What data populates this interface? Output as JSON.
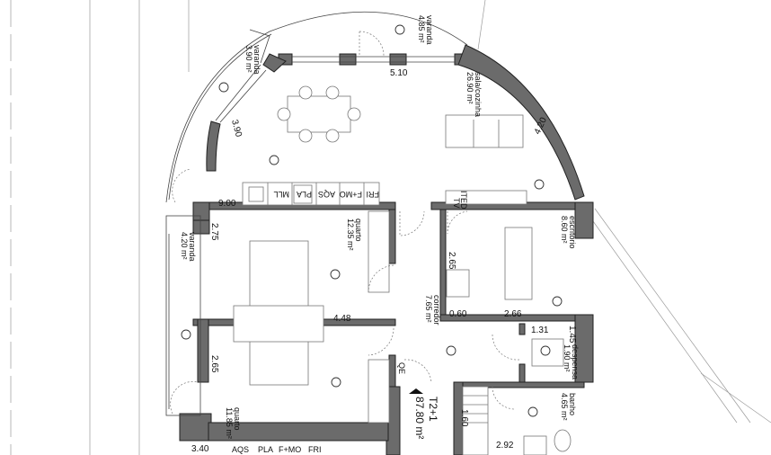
{
  "plan": {
    "unit_type": "T2+1",
    "unit_area": "87.80 m²",
    "rooms": [
      {
        "name": "varanda",
        "area": "4.85 m²"
      },
      {
        "name": "varanda",
        "area": "3.90 m²"
      },
      {
        "name": "sala/cozinha",
        "area": "26.90 m²"
      },
      {
        "name": "quarto",
        "area": "12.35 m²"
      },
      {
        "name": "varanda",
        "area": "4.20 m²"
      },
      {
        "name": "escritório",
        "area": "8.60 m²"
      },
      {
        "name": "corredor",
        "area": "7.65 m²"
      },
      {
        "name": "despensa",
        "area": "1.90 m²"
      },
      {
        "name": "quarto",
        "area": "11.85 m²"
      },
      {
        "name": "banho",
        "area": "4.65 m²"
      }
    ],
    "dimensions": [
      "5.10",
      "3.90",
      "4.20",
      "9.00",
      "2.75",
      "4.48",
      "2.65",
      "0.60",
      "2.66",
      "1.31",
      "1.45",
      "2.65",
      "1.60",
      "2.92",
      "3.40"
    ],
    "kitchen": [
      "MLL",
      "PLA",
      "AQS",
      "F+MO",
      "FRI"
    ],
    "kitchen_bottom": [
      "AQS",
      "PLA",
      "F+MO",
      "FRI"
    ],
    "tv": "TV",
    "ited": "ITED",
    "qe": "QE"
  }
}
